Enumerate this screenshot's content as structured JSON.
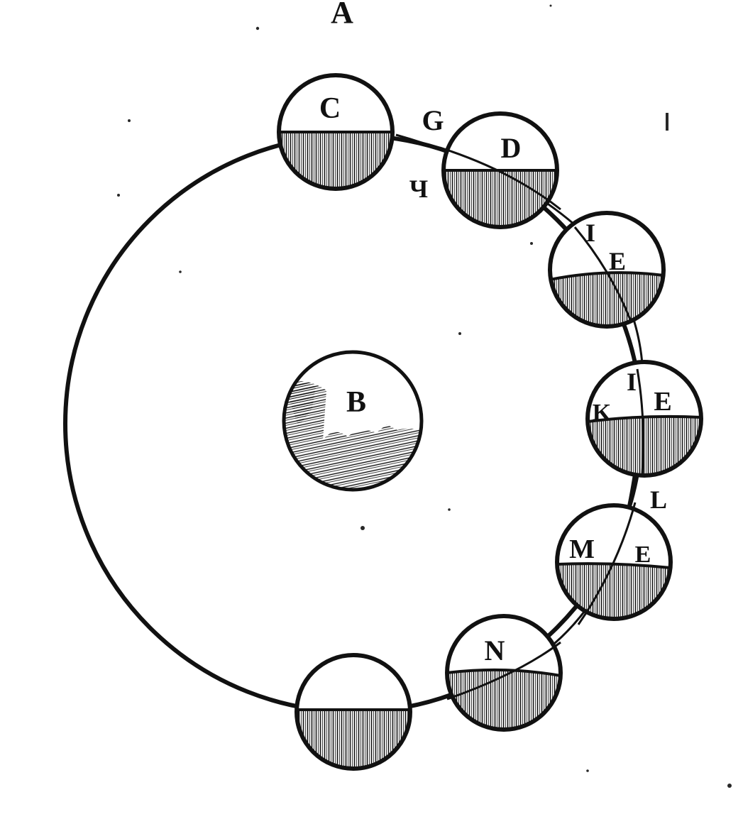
{
  "diagram": {
    "labels": {
      "A": "A",
      "B": "B",
      "C": "C",
      "G": "G",
      "D": "D",
      "H": "Ч",
      "I1": "I",
      "E1": "E",
      "I2": "I",
      "E2": "E",
      "K": "K",
      "L": "L",
      "M": "M",
      "E3": "E",
      "N": "N"
    },
    "colors": {
      "ink": "#111111",
      "paper": "#ffffff"
    },
    "icons": {
      "central_body": "earth-globe-icon",
      "moon_phase_body": "moon-phase-circle-icon"
    }
  }
}
